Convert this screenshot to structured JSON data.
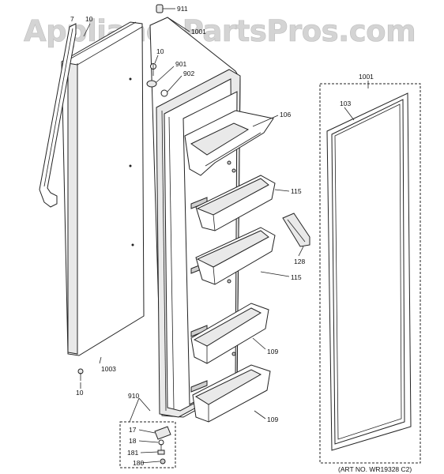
{
  "watermark": "AppliancePartsPros.com",
  "art_number": "(ART NO. WR19328 C2)",
  "callouts": {
    "c7": "7",
    "c10_top": "10",
    "c911": "911",
    "c1001_top": "1001",
    "c10_mid": "10",
    "c901": "901",
    "c902": "902",
    "c106": "106",
    "c115_a": "115",
    "c115_b": "115",
    "c128": "128",
    "c109_a": "109",
    "c109_b": "109",
    "c1001_right": "1001",
    "c103": "103",
    "c1003": "1003",
    "c10_bot": "10",
    "c910": "910",
    "c17": "17",
    "c18": "18",
    "c181": "181",
    "c180": "180"
  }
}
